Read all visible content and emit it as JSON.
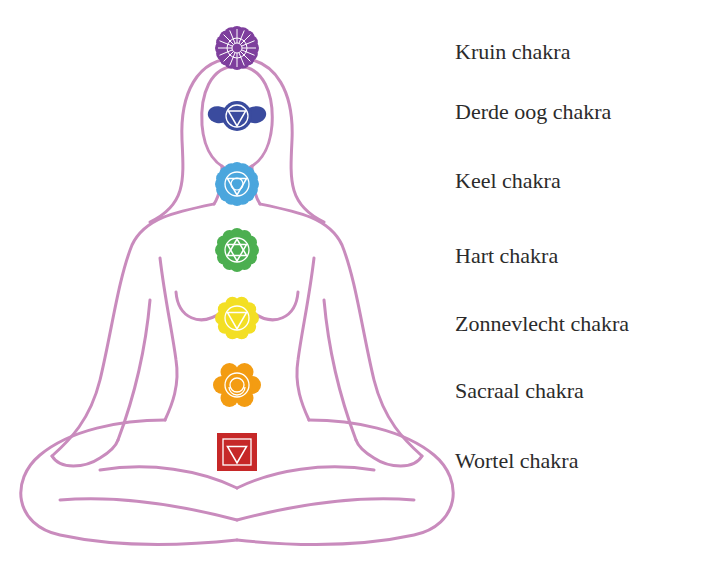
{
  "diagram": {
    "labels": [
      "Kruin chakra",
      "Derde oog chakra",
      "Keel chakra",
      "Hart chakra",
      "Zonnevlecht chakra",
      "Sacraal chakra",
      "Wortel chakra"
    ]
  }
}
